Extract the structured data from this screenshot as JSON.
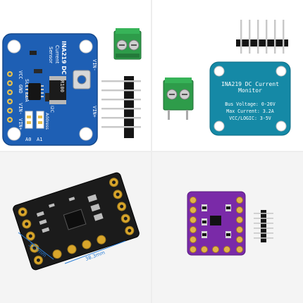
{
  "panels": {
    "top_left": {
      "board_title": "INA219 DC",
      "board_subtitle_1": "Current",
      "board_subtitle_2": "Sensor",
      "left_pins": [
        "VCC",
        "GND",
        "SCL",
        "SDA",
        "VIN-",
        "VIN+"
      ],
      "right_pins": [
        "VIN-",
        "VIN+"
      ],
      "resistor_label": "R100",
      "addr_label_1": "I2C",
      "addr_label_2": "Address",
      "addr_pads": [
        "A0",
        "A1"
      ]
    },
    "top_right": {
      "line_1": "INA219 DC Current",
      "line_2": "Monitor",
      "spec_1": "Bus Voltage: 0-26V",
      "spec_2": "Max Current: 3.2A",
      "spec_3": "VCC/LOGIC: 3-5V"
    },
    "bottom_left": {
      "dim_left": "31.7mm",
      "dim_right": "38.3mm"
    }
  },
  "colors": {
    "blue_board": "#1e5fb4",
    "teal_board": "#1589a6",
    "dark_board": "#1b1b1b",
    "purple_board": "#7a2aa8",
    "terminal_green": "#2e9c4a",
    "gold": "#d9a62b",
    "divider": "#e9e9e9"
  }
}
